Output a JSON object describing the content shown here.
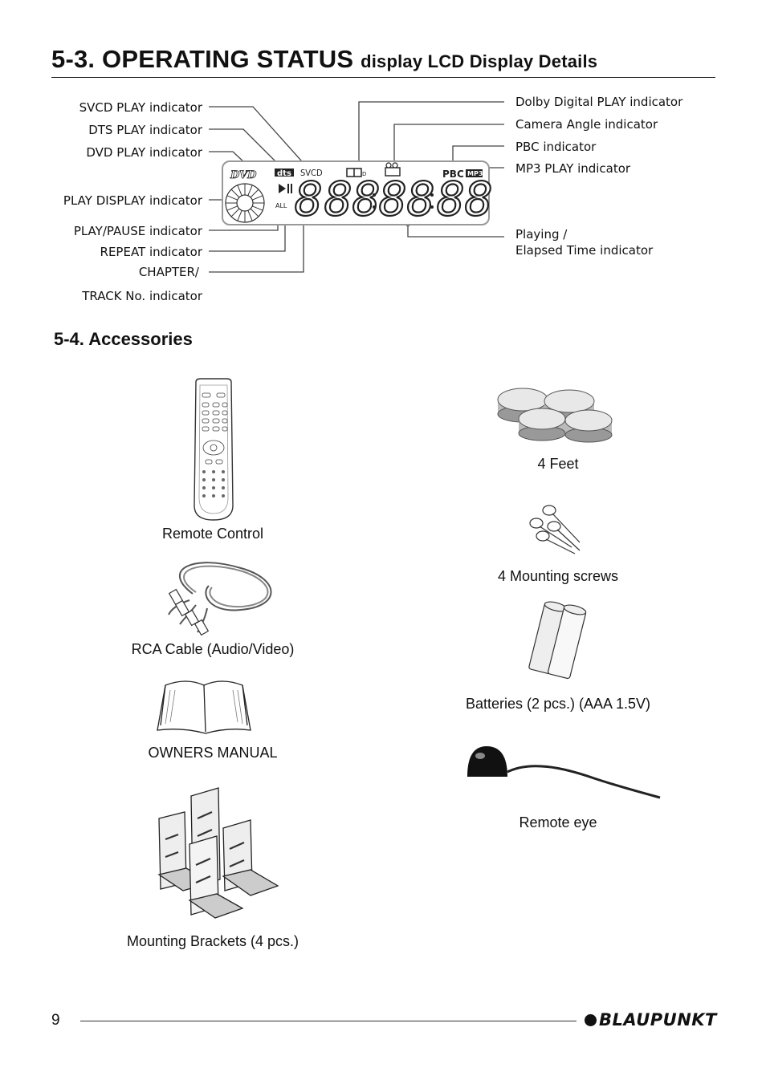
{
  "heading": {
    "main": "5-3. OPERATING STATUS",
    "sub": "display LCD Display Details"
  },
  "lcd_labels_left": [
    "SVCD PLAY indicator",
    "DTS PLAY indicator",
    "DVD PLAY indicator",
    "PLAY DISPLAY indicator",
    "PLAY/PAUSE indicator",
    "REPEAT indicator",
    "CHAPTER/",
    "TRACK No. indicator"
  ],
  "lcd_labels_right": [
    "Dolby Digital PLAY indicator",
    "Camera Angle indicator",
    "PBC indicator",
    "MP3 PLAY indicator",
    "Playing /",
    "Elapsed Time indicator"
  ],
  "lcd_display": {
    "dvd_logo": "DVD",
    "dts_logo": "dts",
    "svcd_text": "SVCD",
    "dolby_text": "D",
    "pbc_text": "PBC",
    "mp3_text": "MP3",
    "repeat_text": "ALL",
    "digits": [
      "8",
      "88",
      "88",
      "88"
    ]
  },
  "accessories_heading": "5-4. Accessories",
  "accessories": {
    "remote": "Remote Control",
    "feet": "4 Feet",
    "screws": "4 Mounting screws",
    "rca": "RCA Cable (Audio/Video)",
    "batteries": "Batteries (2 pcs.) (AAA 1.5V)",
    "manual": "OWNERS MANUAL",
    "eye": "Remote eye",
    "brackets": "Mounting Brackets (4 pcs.)"
  },
  "footer": {
    "page": "9",
    "brand": "BLAUPUNKT"
  }
}
